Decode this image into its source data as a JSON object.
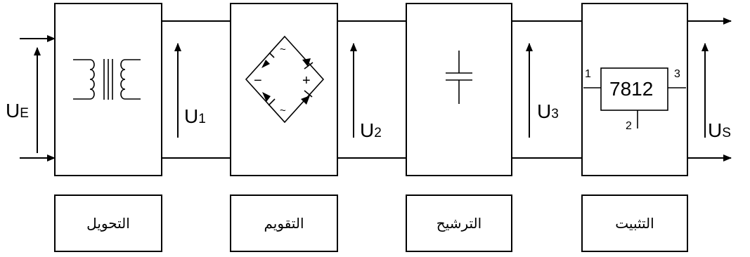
{
  "signals": {
    "input": {
      "main": "U",
      "sub": "E"
    },
    "u1": {
      "main": "U",
      "sub": "1"
    },
    "u2": {
      "main": "U",
      "sub": "2"
    },
    "u3": {
      "main": "U",
      "sub": "3"
    },
    "output": {
      "main": "U",
      "sub": "S"
    }
  },
  "regulator": {
    "part": "7812",
    "pin_in": "1",
    "pin_ground": "2",
    "pin_out": "3"
  },
  "bridge": {
    "plus": "+",
    "minus": "−",
    "ac_top": "~",
    "ac_bottom": "~"
  },
  "stages": [
    {
      "label": "التحويل"
    },
    {
      "label": "التقويم"
    },
    {
      "label": "الترشيح"
    },
    {
      "label": "التثبيت"
    }
  ],
  "colors": {
    "line": "#000000",
    "background": "#ffffff"
  }
}
